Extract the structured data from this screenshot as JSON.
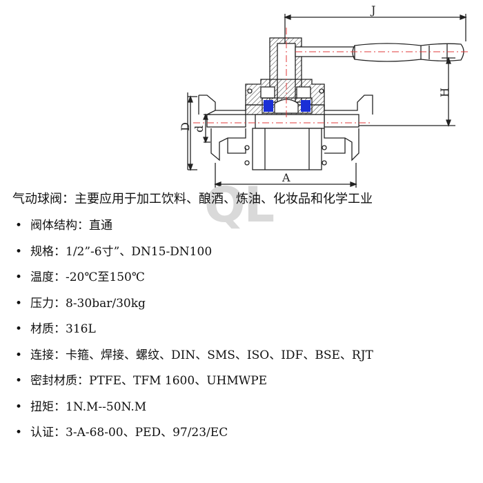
{
  "drawing": {
    "labels": {
      "j": "J",
      "h": "H",
      "d_outer": "D",
      "d_inner": "d",
      "a": "A"
    },
    "colors": {
      "line": "#222222",
      "centerline": "#e03a3a",
      "seal": "#1a2fd6",
      "hatch": "#333333"
    }
  },
  "watermark": "QL",
  "intro": "气动球阀：主要应用于加工饮料、酿酒、炼油、化妆品和化学工业",
  "bullet": "•",
  "specs": [
    "阀体结构：直通",
    "规格：1/2”-6寸”、DN15-DN100",
    "温度：-20℃至150℃",
    "压力：8-30bar/30kg",
    "材质：316L",
    "连接：卡箍、焊接、螺纹、DIN、SMS、ISO、IDF、BSE、RJT",
    "密封材质：PTFE、TFM 1600、UHMWPE",
    "扭矩：1N.M--50N.M",
    "认证：3-A-68-00、PED、97/23/EC"
  ]
}
